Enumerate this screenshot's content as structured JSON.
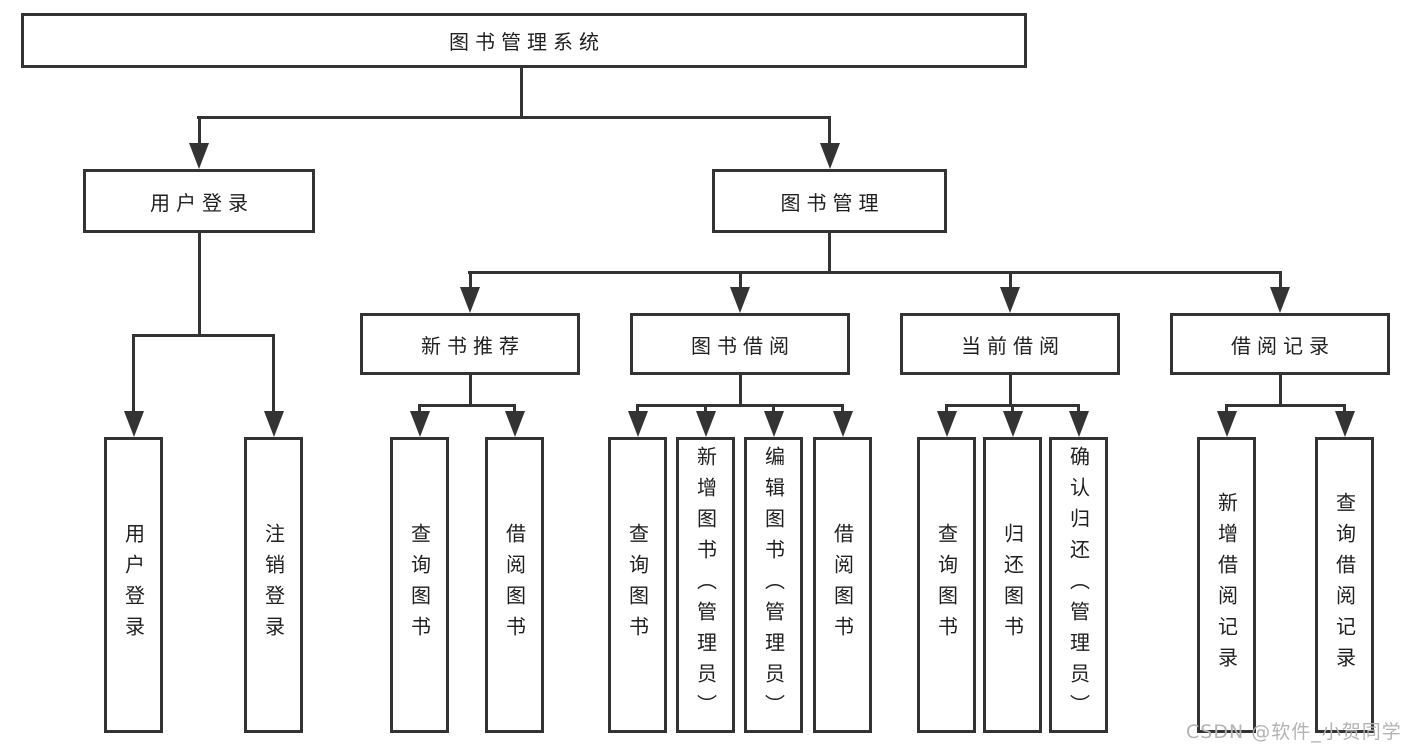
{
  "tree": {
    "label": "图书管理系统",
    "children": [
      {
        "label": "用户登录",
        "children": [
          {
            "label": "用户登录"
          },
          {
            "label": "注销登录"
          }
        ]
      },
      {
        "label": "图书管理",
        "children": [
          {
            "label": "新书推荐",
            "children": [
              {
                "label": "查询图书"
              },
              {
                "label": "借阅图书"
              }
            ]
          },
          {
            "label": "图书借阅",
            "children": [
              {
                "label": "查询图书"
              },
              {
                "label": "新增图书（管理员）"
              },
              {
                "label": "编辑图书（管理员）"
              },
              {
                "label": "借阅图书"
              }
            ]
          },
          {
            "label": "当前借阅",
            "children": [
              {
                "label": "查询图书"
              },
              {
                "label": "归还图书"
              },
              {
                "label": "确认归还（管理员）"
              }
            ]
          },
          {
            "label": "借阅记录",
            "children": [
              {
                "label": "新增借阅记录"
              },
              {
                "label": "查询借阅记录"
              }
            ]
          }
        ]
      }
    ]
  },
  "watermark": {
    "text": "CSDN @软件_小贺同学"
  },
  "colors": {
    "line": "#333333",
    "text": "#1f1f1f",
    "watermark": "#b3b3b3",
    "background": "#ffffff"
  }
}
